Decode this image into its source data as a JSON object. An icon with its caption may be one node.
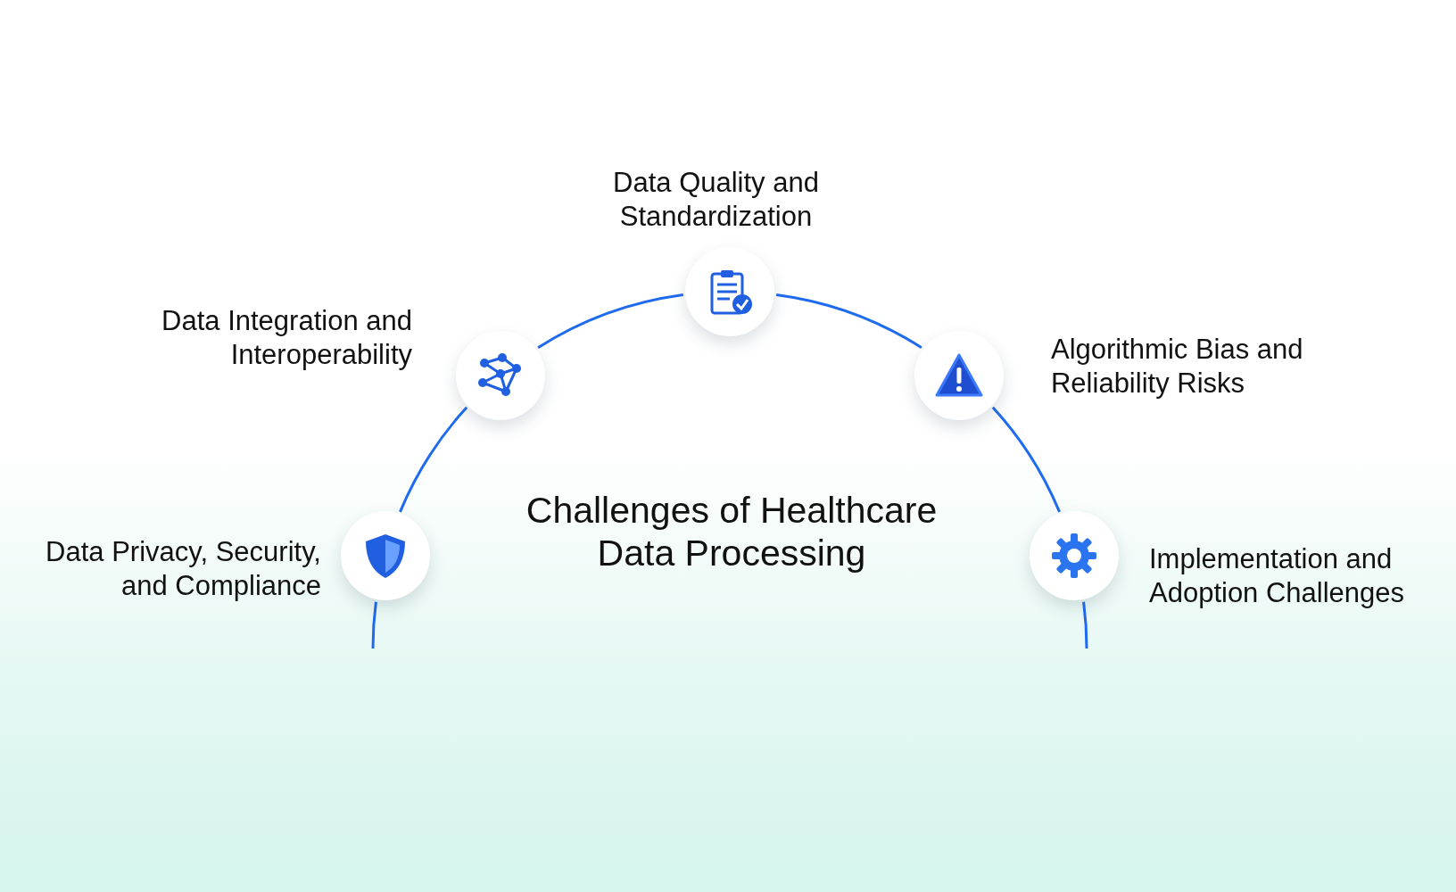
{
  "diagram": {
    "title": "Challenges of Healthcare Data Processing",
    "nodes": [
      {
        "text": [
          "Data Privacy, Security, and Compliance"
        ]
      },
      {
        "text": [
          "Data Integration and Interoperability"
        ]
      },
      {
        "text": [
          "Data Quality and Standardization"
        ]
      },
      {
        "text": [
          "Algorithmic Bias and Reliability Risks"
        ]
      },
      {
        "text": [
          "Implementation and Adoption Challenges"
        ]
      }
    ],
    "edges": [
      {
        "from": 0,
        "to": null,
        "arrow": "none"
      },
      {
        "from": 0,
        "to": 1,
        "arrow": "none"
      },
      {
        "from": 1,
        "to": 2,
        "arrow": "none"
      },
      {
        "from": 2,
        "to": 3,
        "arrow": "none"
      },
      {
        "from": 3,
        "to": 4,
        "arrow": "none"
      },
      {
        "from": 4,
        "to": null,
        "arrow": "none"
      }
    ]
  }
}
